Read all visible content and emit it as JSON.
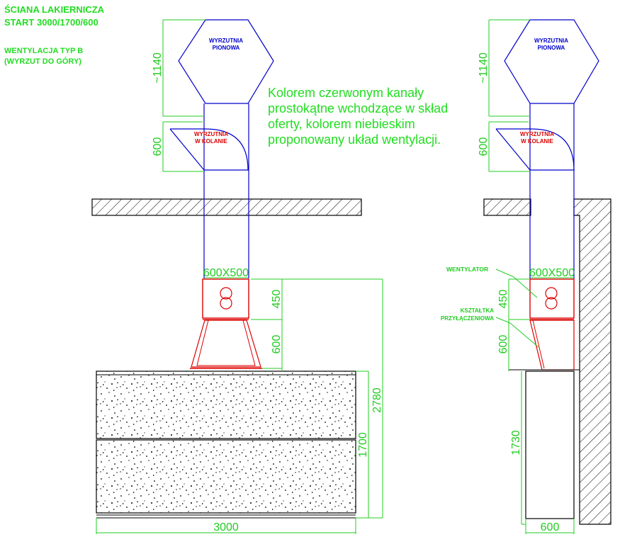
{
  "header": {
    "title_line1": "ŚCIANA LAKIERNICZA",
    "title_line2": "START 3000/1700/600",
    "sub_line1": "WENTYLACJA TYP B",
    "sub_line2": "(WYRZUT DO GÓRY)"
  },
  "note": {
    "text": "Kolorem czerwonym kanały prostokątne wchodzące w skład oferty, kolorem niebieskim proponowany układ wentylacji."
  },
  "labels": {
    "outlet_vertical_1": "WYRZUTNIA",
    "outlet_vertical_2": "PIONOWA",
    "outlet_elbow_1": "WYRZUTNIA",
    "outlet_elbow_2": "W KOLANIE",
    "fan": "WENTYLATOR",
    "connector_1": "KSZTAŁTKA",
    "connector_2": "PRZYŁĄCZENIOWA"
  },
  "dimensions": {
    "stack_height": "~1140",
    "elbow_height": "600",
    "duct_size": "600X500",
    "fan_height": "450",
    "transition_height": "600",
    "total_height": "2780",
    "booth_height": "1700",
    "booth_width": "3000",
    "side_height": "1730",
    "side_width": "600"
  },
  "colors": {
    "dimension": "#22cc22",
    "proposed_ventilation": "#0000cc",
    "offer_ducts": "#dd0000",
    "structure": "#000000"
  }
}
